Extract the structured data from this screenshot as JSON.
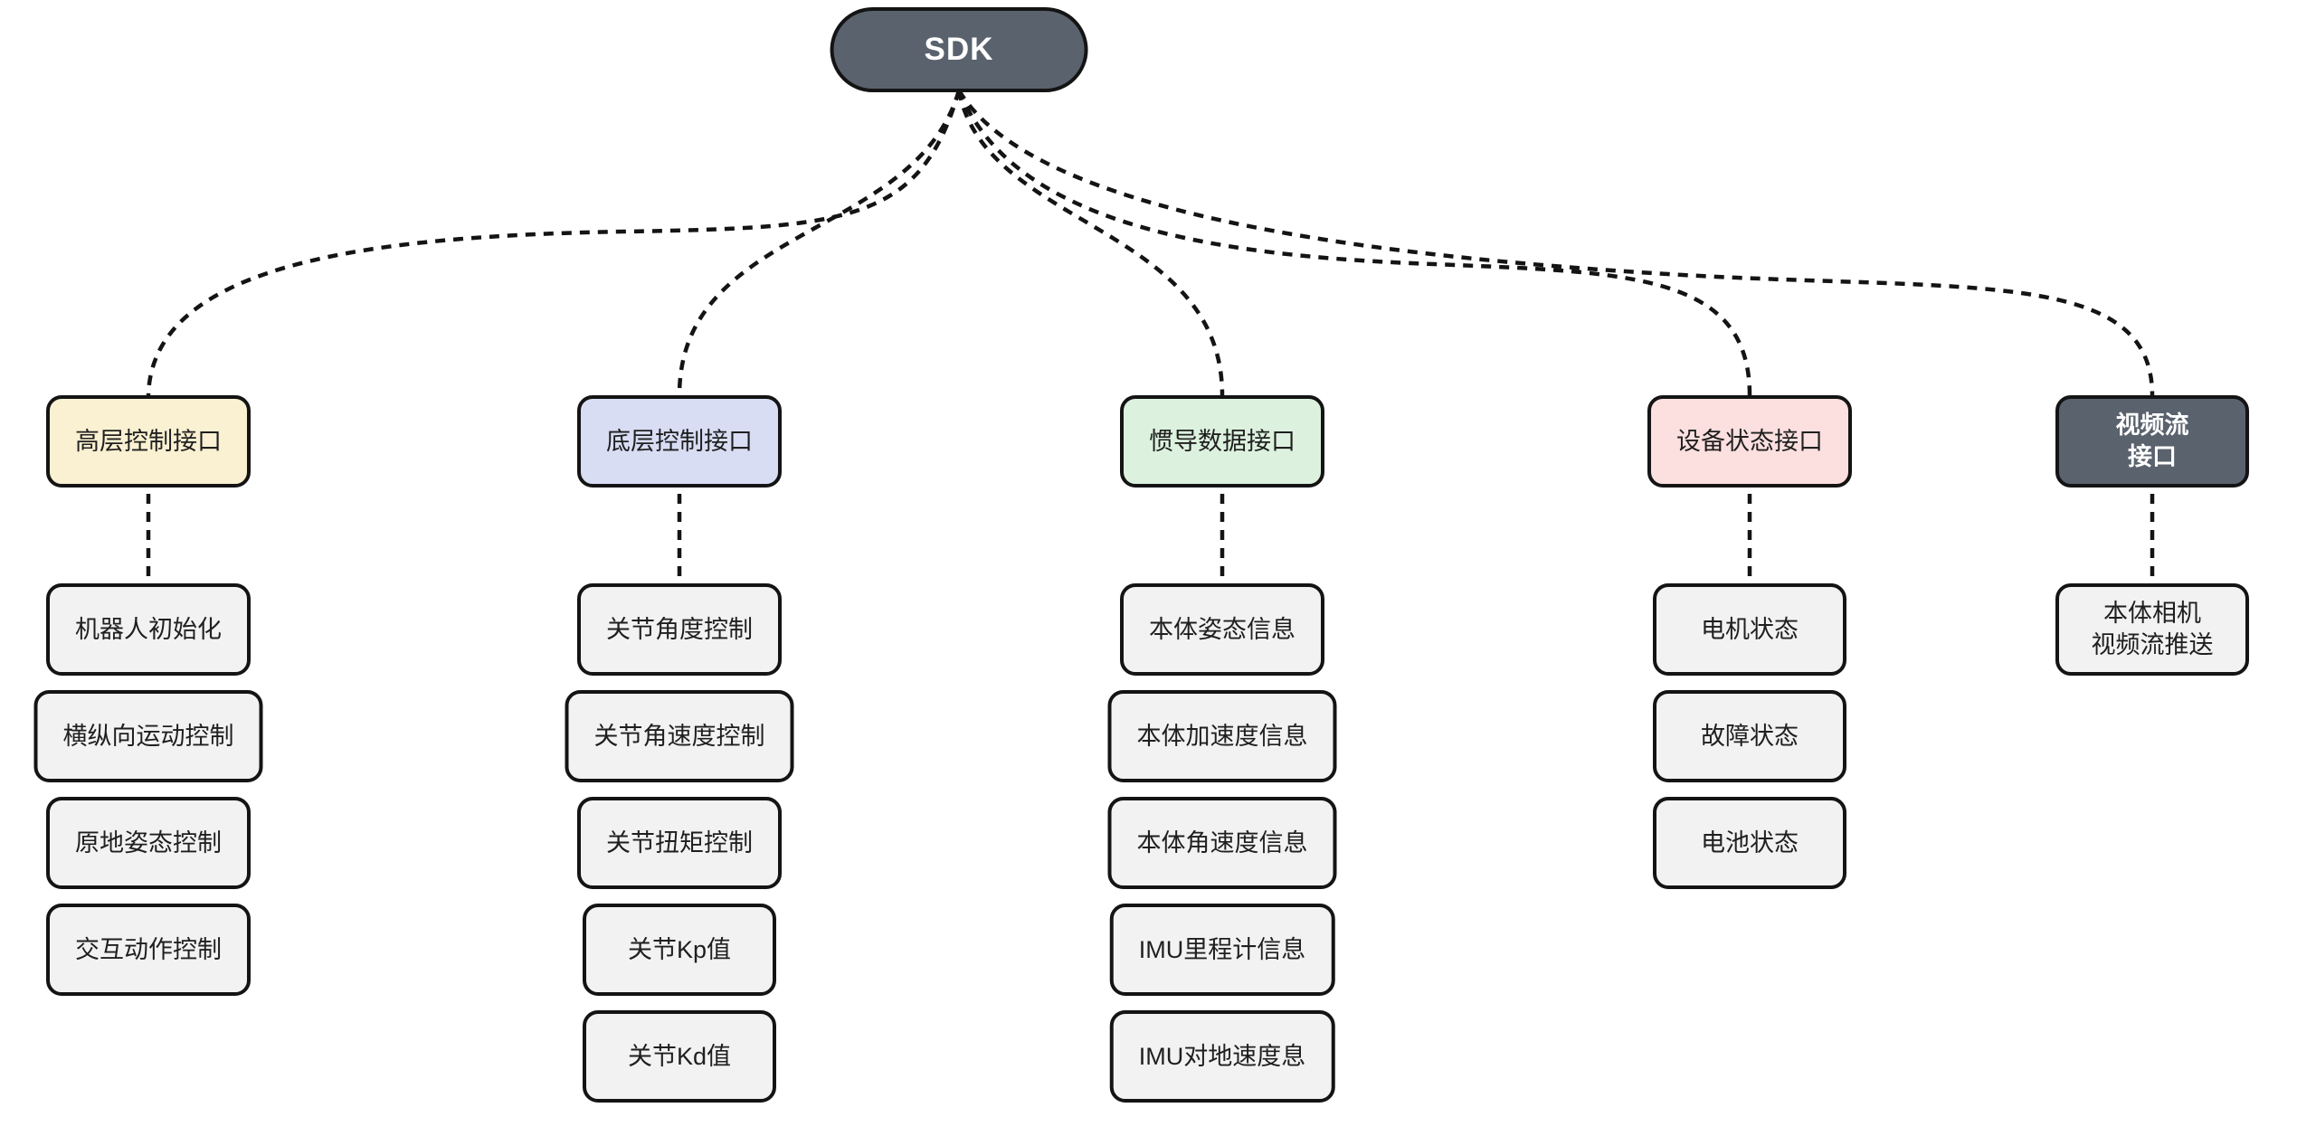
{
  "root": {
    "label": "SDK"
  },
  "colors": {
    "root_bg": "#5a626e",
    "root_text": "#ffffff",
    "node_border": "#141414",
    "child_bg": "#f2f2f3",
    "text": "#1f1f1f",
    "edge": "#141414",
    "category_high_level_bg": "#faf0d2",
    "category_low_level_bg": "#d8ddf4",
    "category_imu_bg": "#dcf2de",
    "category_device_status_bg": "#fcdfdf",
    "category_video_bg": "#5a626e",
    "category_video_text": "#ffffff"
  },
  "columns": [
    {
      "category": {
        "label": "高层控制接口",
        "bg": "#faf0d2",
        "text_color": "#1f1f1f"
      },
      "children": [
        {
          "label": "机器人初始化"
        },
        {
          "label": "横纵向运动控制"
        },
        {
          "label": "原地姿态控制"
        },
        {
          "label": "交互动作控制"
        }
      ]
    },
    {
      "category": {
        "label": "底层控制接口",
        "bg": "#d8ddf4",
        "text_color": "#1f1f1f"
      },
      "children": [
        {
          "label": "关节角度控制"
        },
        {
          "label": "关节角速度控制"
        },
        {
          "label": "关节扭矩控制"
        },
        {
          "label": "关节Kp值"
        },
        {
          "label": "关节Kd值"
        }
      ]
    },
    {
      "category": {
        "label": "惯导数据接口",
        "bg": "#dcf2de",
        "text_color": "#1f1f1f"
      },
      "children": [
        {
          "label": "本体姿态信息"
        },
        {
          "label": "本体加速度信息"
        },
        {
          "label": "本体角速度信息"
        },
        {
          "label": "IMU里程计信息"
        },
        {
          "label": "IMU对地速度息"
        }
      ]
    },
    {
      "category": {
        "label": "设备状态接口",
        "bg": "#fcdfdf",
        "text_color": "#1f1f1f"
      },
      "children": [
        {
          "label": "电机状态"
        },
        {
          "label": "故障状态"
        },
        {
          "label": "电池状态"
        }
      ]
    },
    {
      "category": {
        "label": "视频流接口",
        "bg": "#5a626e",
        "text_color": "#ffffff"
      },
      "children": [
        {
          "label": "本体相机\n视频流推送"
        }
      ]
    }
  ]
}
